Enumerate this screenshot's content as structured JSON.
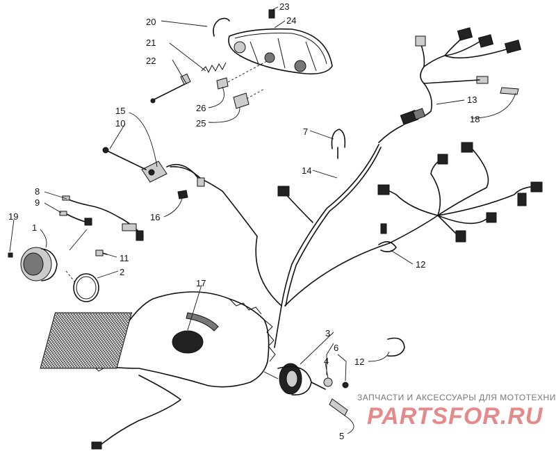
{
  "callouts": {
    "c1": "1",
    "c2": "2",
    "c3": "3",
    "c4": "4",
    "c5": "5",
    "c6": "6",
    "c7": "7",
    "c8": "8",
    "c9": "9",
    "c10": "10",
    "c11": "11",
    "c12a": "12",
    "c12b": "12",
    "c13": "13",
    "c14": "14",
    "c15": "15",
    "c16": "16",
    "c17": "17",
    "c18": "18",
    "c19": "19",
    "c20": "20",
    "c21": "21",
    "c22": "22",
    "c23": "23",
    "c24": "24",
    "c25": "25",
    "c26": "26"
  },
  "watermark": {
    "tagline": "ЗАПЧАСТИ И АКСЕССУАРЫ ДЛЯ МОТОТЕХНИКИ",
    "brand": "PARTSFOR.RU"
  }
}
